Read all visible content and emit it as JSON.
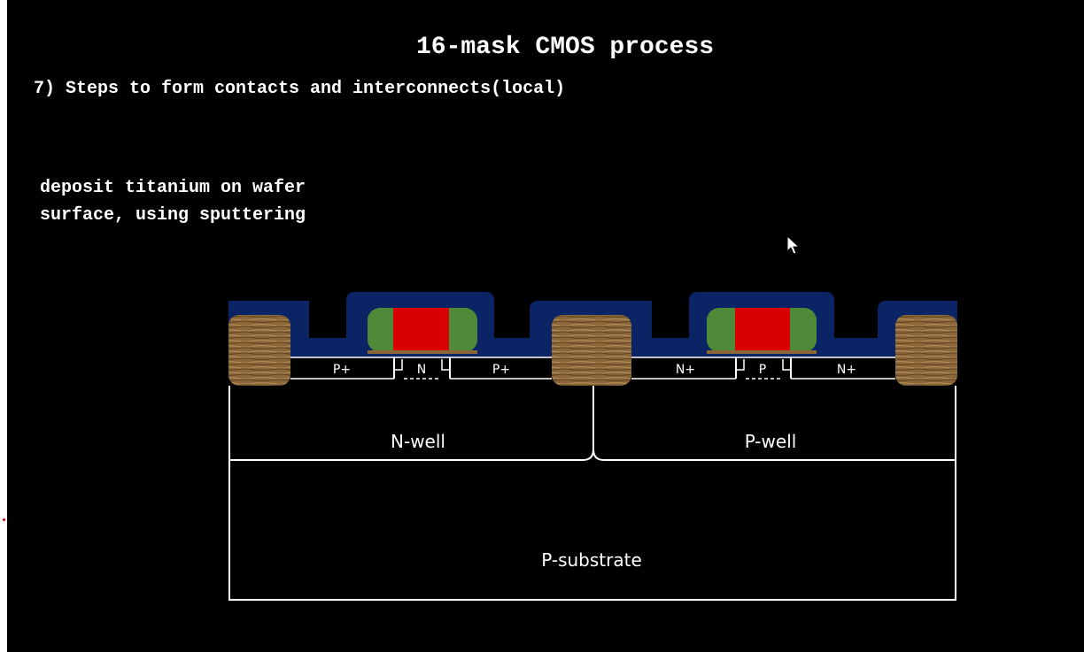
{
  "slide": {
    "title": "16-mask CMOS process",
    "subtitle": "7) Steps to form contacts and interconnects(local)",
    "description_lines": [
      "deposit titanium on wafer",
      "surface, using sputtering"
    ]
  },
  "cross_section": {
    "regions": {
      "substrate": "P-substrate",
      "nwell": "N-well",
      "pwell": "P-well"
    },
    "left_transistor": {
      "source": "P+",
      "channel": "N",
      "drain": "P+"
    },
    "right_transistor": {
      "source": "N+",
      "channel": "P",
      "drain": "N+"
    }
  },
  "colors": {
    "background": "#000000",
    "titanium_layer": "#0a2466",
    "gate_poly": "#d80000",
    "spacer": "#4e8a38",
    "field_oxide": "#8a6638",
    "outline": "#ffffff"
  },
  "icons": [
    "mouse-pointer-icon"
  ]
}
